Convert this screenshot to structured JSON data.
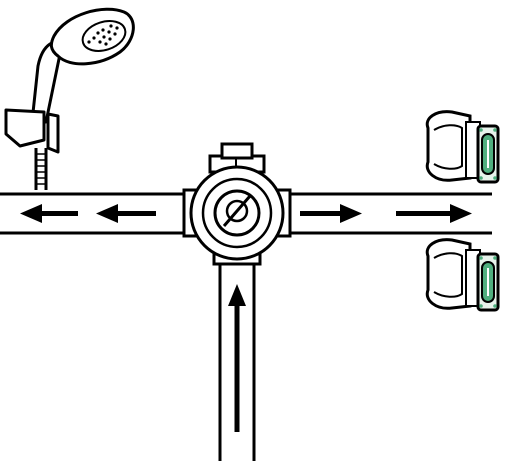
{
  "diagram": {
    "components": [
      {
        "name": "hand-shower",
        "icon": "shower-head-icon"
      },
      {
        "name": "diverter-valve",
        "icon": "valve-icon"
      },
      {
        "name": "cartridge-upper",
        "icon": "cartridge-icon"
      },
      {
        "name": "cartridge-lower",
        "icon": "cartridge-icon"
      }
    ],
    "flows": [
      {
        "name": "inlet-flow",
        "direction": "up"
      },
      {
        "name": "outlet-left-flow",
        "direction": "left"
      },
      {
        "name": "outlet-right-flow",
        "direction": "right"
      }
    ],
    "colors": {
      "line": "#000000",
      "background": "#ffffff",
      "cartridge_accent": "#4fae7e"
    }
  }
}
